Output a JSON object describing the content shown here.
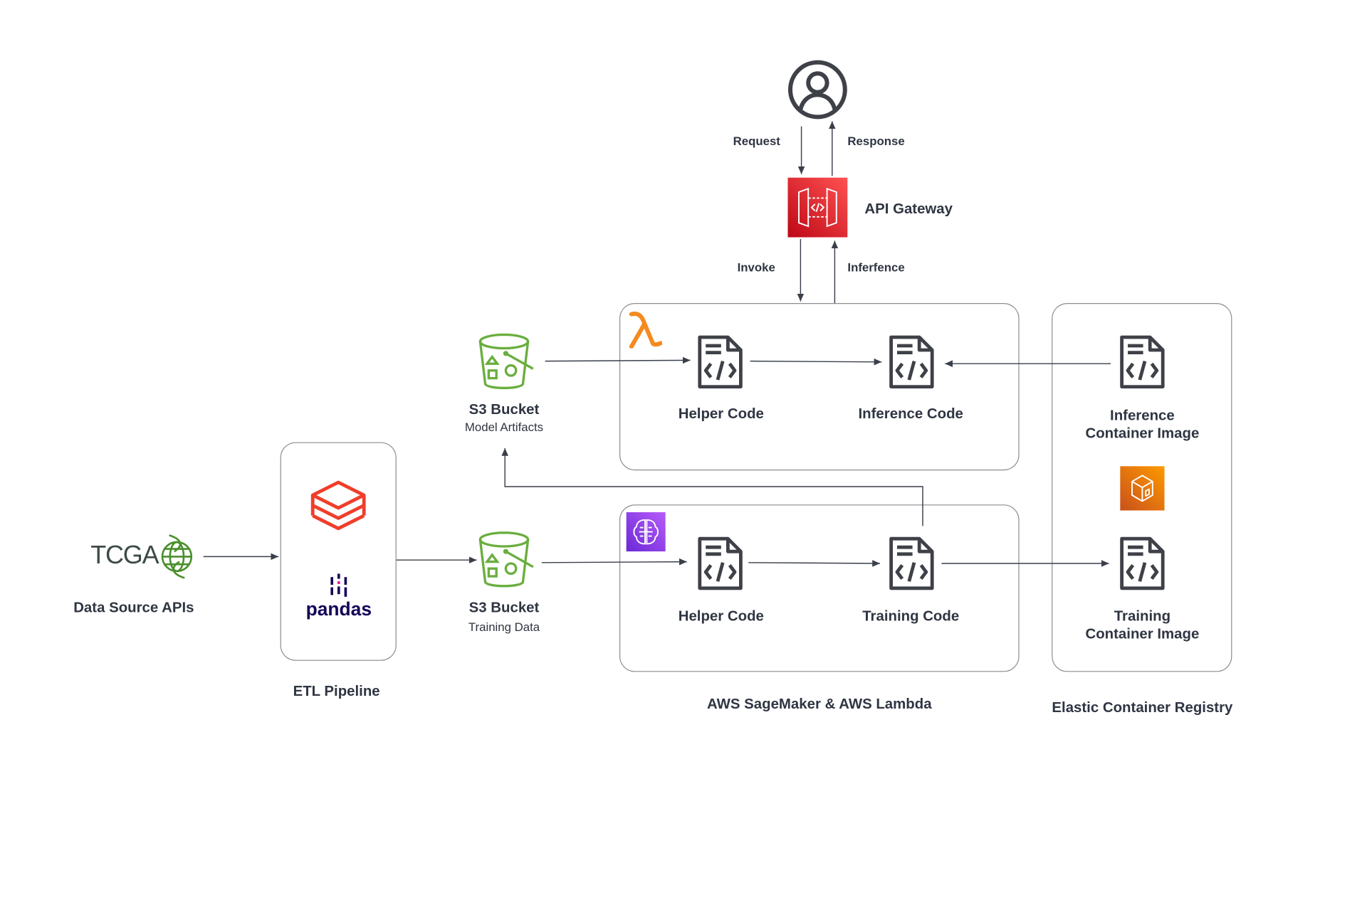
{
  "user": {
    "icon": "user-icon"
  },
  "edges": {
    "request": "Request",
    "response": "Response",
    "invoke": "Invoke",
    "inferfence": "Inferfence"
  },
  "api_gateway": {
    "label": "API Gateway",
    "icon": "api-gateway-icon",
    "color": "#d6242d"
  },
  "data_source": {
    "logo_text": "TCGA",
    "label": "Data Source APIs",
    "logo_color": "#4a8f2b"
  },
  "etl": {
    "label": "ETL Pipeline",
    "icons": [
      "databricks-icon",
      "pandas-icon"
    ],
    "pandas_text": "pandas",
    "databricks_color": "#ef3e2a",
    "pandas_color": "#150458"
  },
  "s3_model": {
    "title": "S3 Bucket",
    "subtitle": "Model Artifacts",
    "icon": "s3-bucket-icon",
    "color": "#6aae3e"
  },
  "s3_training": {
    "title": "S3 Bucket",
    "subtitle": "Training Data",
    "icon": "s3-bucket-icon",
    "color": "#6aae3e"
  },
  "lambda_box": {
    "icon": "lambda-icon",
    "lambda_color": "#f58a1f",
    "helper_label": "Helper Code",
    "inference_label": "Inference Code"
  },
  "sagemaker_box": {
    "icon": "sagemaker-icon",
    "sagemaker_color": "#9a4cf0",
    "helper_label": "Helper Code",
    "training_label": "Training Code"
  },
  "ecr": {
    "inference_image_line1": "Inference",
    "inference_image_line2": "Container Image",
    "training_image_line1": "Training",
    "training_image_line2": "Container Image",
    "icon": "ecr-icon",
    "color": "#e8781e"
  },
  "sections": {
    "etl_pipeline": "ETL Pipeline",
    "aws": "AWS SageMaker & AWS Lambda",
    "ecr": "Elastic Container Registry"
  }
}
